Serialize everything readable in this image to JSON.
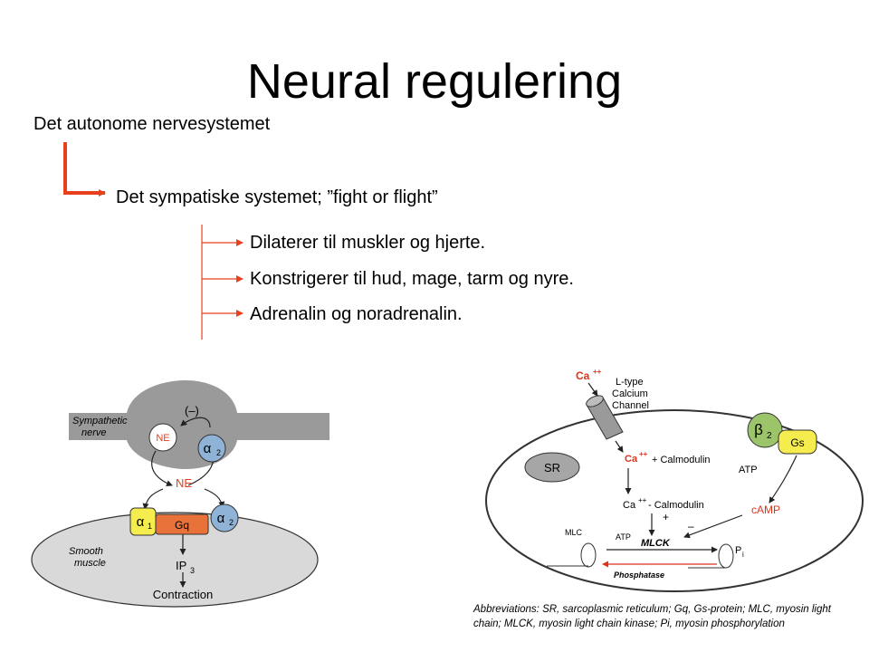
{
  "slide": {
    "title": "Neural regulering",
    "subtitle": "Det autonome nervesystemet",
    "level2": "Det sympatiske systemet; ”fight or flight”",
    "bullets": [
      "Dilaterer til muskler og hjerte.",
      "Konstrigerer til hud, mage, tarm og nyre.",
      "Adrenalin og noradrenalin."
    ],
    "accent_color": "#e8401c"
  },
  "left_diagram": {
    "nerve_label_1": "Sympathetic",
    "nerve_label_2": "nerve",
    "inhibit_label": "(–)",
    "ne_vesicle": "NE",
    "alpha2_top": "α",
    "alpha2_top_sub": "2",
    "ne_released": "NE",
    "alpha1": "α",
    "alpha1_sub": "1",
    "gq": "Gq",
    "alpha2_bottom": "α",
    "alpha2_bottom_sub": "2",
    "muscle_label_1": "Smooth",
    "muscle_label_2": "muscle",
    "ip3": "IP",
    "ip3_sub": "3",
    "contraction": "Contraction"
  },
  "right_diagram": {
    "ca_outside": "Ca",
    "ca_outside_sup": "++",
    "ltype_1": "L-type",
    "ltype_2": "Calcium",
    "ltype_3": "Channel",
    "beta2": "β",
    "beta2_sub": "2",
    "gs": "Gs",
    "sr": "SR",
    "ca_inside": "Ca",
    "ca_inside_sup": "++",
    "plus_calmodulin": "+ Calmodulin",
    "atp_1": "ATP",
    "ca_cal": "Ca",
    "ca_cal_sup": "++",
    "ca_cal_rest": "- Calmodulin",
    "camp": "cAMP",
    "plus": "+",
    "minus": "–",
    "mlc": "MLC",
    "atp_2": "ATP",
    "mlck": "MLCK",
    "pi": "P",
    "pi_sub": "i",
    "phosphatase": "Phosphatase"
  },
  "footnote": "Abbreviations: SR, sarcoplasmic reticulum; Gq, Gs-protein; MLC, myosin light chain; MLCK, myosin light chain kinase; Pi, myosin phosphorylation"
}
